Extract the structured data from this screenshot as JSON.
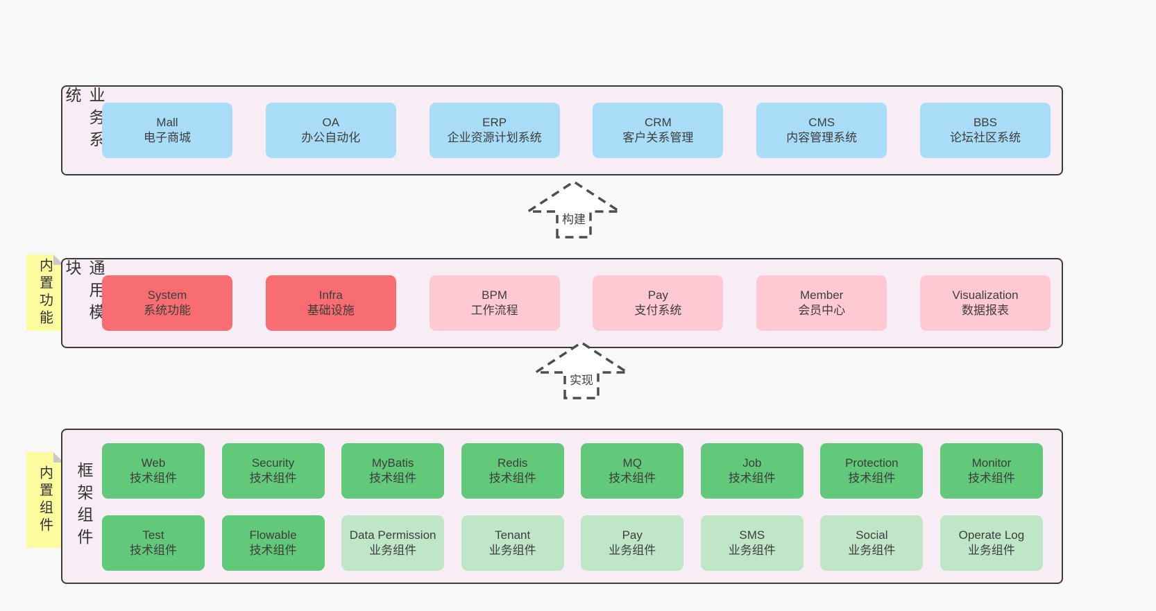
{
  "colors": {
    "page_background": "#f8f8f8",
    "container_background": "#f8edf5",
    "container_border": "#3a3a3a",
    "blue_box": "#a9dcf7",
    "red_box": "#f76d71",
    "pink_box": "#ffc9d3",
    "green_box": "#62c87a",
    "light_green_box": "#c0e6c8",
    "sticky_note": "#fcfc9f",
    "note_fold": "#c9c9c9",
    "arrow_stroke": "#4d4d4d",
    "text": "#3d3d3d"
  },
  "arrows": {
    "build": "构建",
    "implement": "实现"
  },
  "layers": {
    "business": {
      "label": "业务系统",
      "boxes": [
        {
          "name": "Mall",
          "desc": "电子商城",
          "variant": "blue"
        },
        {
          "name": "OA",
          "desc": "办公自动化",
          "variant": "blue"
        },
        {
          "name": "ERP",
          "desc": "企业资源计划系统",
          "variant": "blue"
        },
        {
          "name": "CRM",
          "desc": "客户关系管理",
          "variant": "blue"
        },
        {
          "name": "CMS",
          "desc": "内容管理系统",
          "variant": "blue"
        },
        {
          "name": "BBS",
          "desc": "论坛社区系统",
          "variant": "blue"
        }
      ]
    },
    "modules": {
      "label": "通用模块",
      "note": "内置功能",
      "boxes": [
        {
          "name": "System",
          "desc": "系统功能",
          "variant": "red"
        },
        {
          "name": "Infra",
          "desc": "基础设施",
          "variant": "red"
        },
        {
          "name": "BPM",
          "desc": "工作流程",
          "variant": "pink"
        },
        {
          "name": "Pay",
          "desc": "支付系统",
          "variant": "pink"
        },
        {
          "name": "Member",
          "desc": "会员中心",
          "variant": "pink"
        },
        {
          "name": "Visualization",
          "desc": "数据报表",
          "variant": "pink"
        }
      ]
    },
    "components": {
      "label": "框架组件",
      "note": "内置组件",
      "row1": [
        {
          "name": "Web",
          "desc": "技术组件",
          "variant": "green"
        },
        {
          "name": "Security",
          "desc": "技术组件",
          "variant": "green"
        },
        {
          "name": "MyBatis",
          "desc": "技术组件",
          "variant": "green"
        },
        {
          "name": "Redis",
          "desc": "技术组件",
          "variant": "green"
        },
        {
          "name": "MQ",
          "desc": "技术组件",
          "variant": "green"
        },
        {
          "name": "Job",
          "desc": "技术组件",
          "variant": "green"
        },
        {
          "name": "Protection",
          "desc": "技术组件",
          "variant": "green"
        },
        {
          "name": "Monitor",
          "desc": "技术组件",
          "variant": "green"
        }
      ],
      "row2": [
        {
          "name": "Test",
          "desc": "技术组件",
          "variant": "green"
        },
        {
          "name": "Flowable",
          "desc": "技术组件",
          "variant": "green"
        },
        {
          "name": "Data Permission",
          "desc": "业务组件",
          "variant": "green-light"
        },
        {
          "name": "Tenant",
          "desc": "业务组件",
          "variant": "green-light"
        },
        {
          "name": "Pay",
          "desc": "业务组件",
          "variant": "green-light"
        },
        {
          "name": "SMS",
          "desc": "业务组件",
          "variant": "green-light"
        },
        {
          "name": "Social",
          "desc": "业务组件",
          "variant": "green-light"
        },
        {
          "name": "Operate Log",
          "desc": "业务组件",
          "variant": "green-light"
        }
      ]
    }
  }
}
